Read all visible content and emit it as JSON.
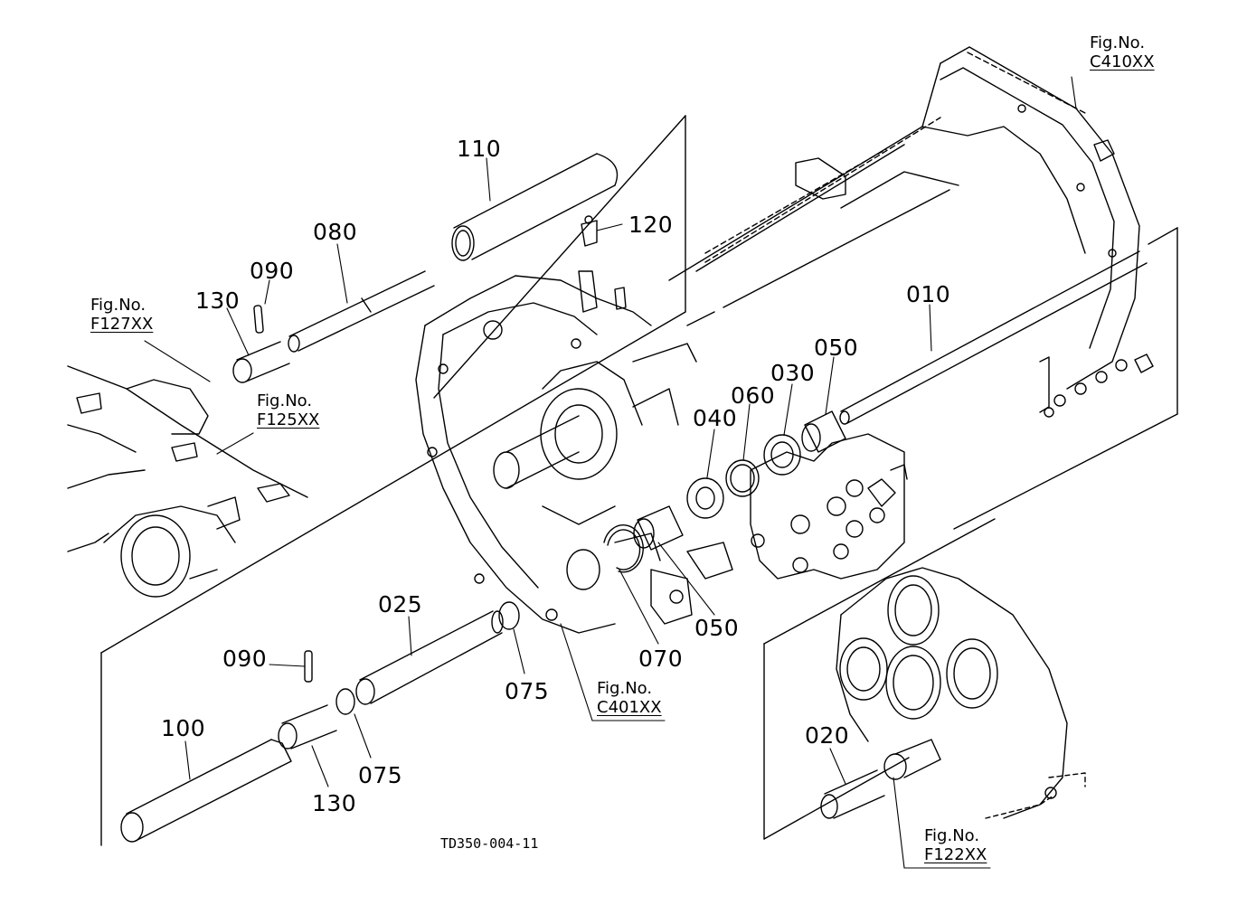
{
  "drawing_code": "TD350-004-11",
  "part_labels": {
    "p010": "010",
    "p020": "020",
    "p025": "025",
    "p030": "030",
    "p040": "040",
    "p050a": "050",
    "p050b": "050",
    "p060": "060",
    "p070": "070",
    "p075a": "075",
    "p075b": "075",
    "p080": "080",
    "p090a": "090",
    "p090b": "090",
    "p100": "100",
    "p110": "110",
    "p120": "120",
    "p130a": "130",
    "p130b": "130"
  },
  "figure_refs": {
    "f410": {
      "title": "Fig.No.",
      "ref": "C410XX"
    },
    "f127": {
      "title": "Fig.No.",
      "ref": "F127XX"
    },
    "f125": {
      "title": "Fig.No.",
      "ref": "F125XX"
    },
    "f401": {
      "title": "Fig.No.",
      "ref": "C401XX"
    },
    "f122": {
      "title": "Fig.No.",
      "ref": "F122XX"
    }
  }
}
